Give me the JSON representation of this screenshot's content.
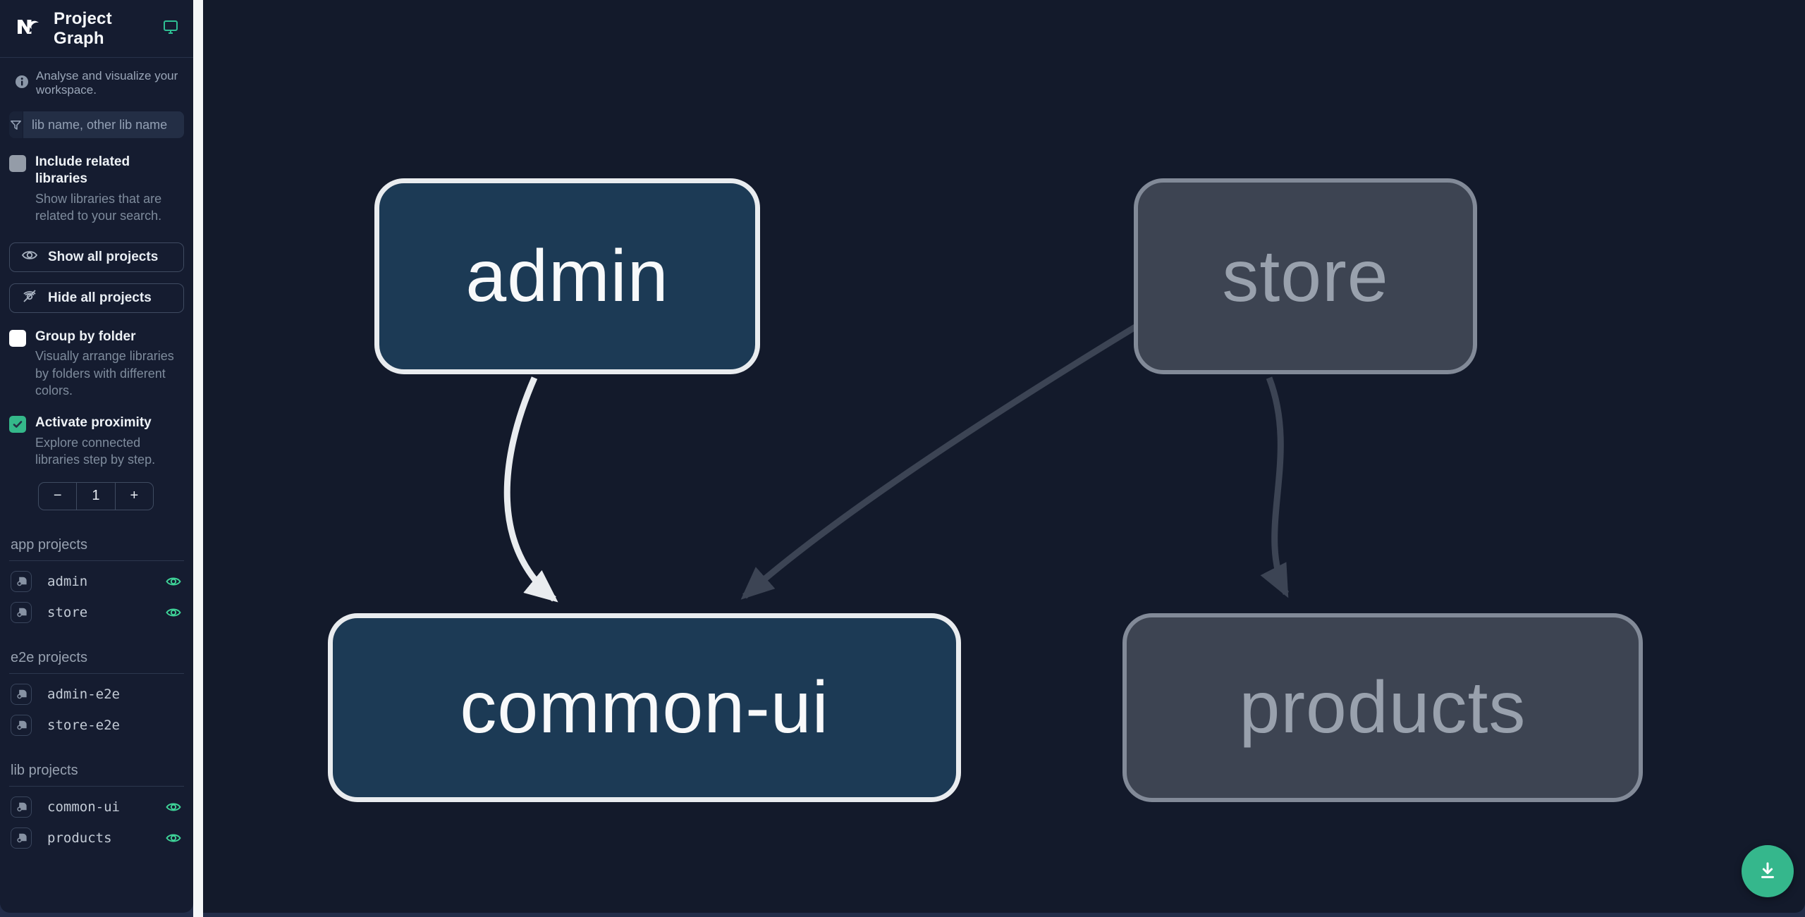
{
  "header": {
    "title": "Project Graph"
  },
  "info": {
    "text": "Analyse and visualize your workspace."
  },
  "search": {
    "placeholder": "lib name, other lib name",
    "value": ""
  },
  "controls": {
    "include_related": {
      "label": "Include related libraries",
      "description": "Show libraries that are related to your search.",
      "checked": false
    },
    "show_all_label": "Show all projects",
    "hide_all_label": "Hide all projects",
    "group_by_folder": {
      "label": "Group by folder",
      "description": "Visually arrange libraries by folders with different colors.",
      "checked": false
    },
    "activate_proximity": {
      "label": "Activate proximity",
      "description": "Explore connected libraries step by step.",
      "checked": true
    },
    "proximity": {
      "minus": "−",
      "value": "1",
      "plus": "+"
    }
  },
  "sections": [
    {
      "title": "app projects",
      "items": [
        {
          "name": "admin",
          "visible": true
        },
        {
          "name": "store",
          "visible": true
        }
      ]
    },
    {
      "title": "e2e projects",
      "items": [
        {
          "name": "admin-e2e",
          "visible": false
        },
        {
          "name": "store-e2e",
          "visible": false
        }
      ]
    },
    {
      "title": "lib projects",
      "items": [
        {
          "name": "common-ui",
          "visible": true
        },
        {
          "name": "products",
          "visible": true
        }
      ]
    }
  ],
  "graph": {
    "nodes": [
      {
        "id": "admin",
        "label": "admin",
        "state": "focused"
      },
      {
        "id": "store",
        "label": "store",
        "state": "dimmed"
      },
      {
        "id": "common-ui",
        "label": "common-ui",
        "state": "focused"
      },
      {
        "id": "products",
        "label": "products",
        "state": "dimmed"
      }
    ],
    "edges": [
      {
        "source": "admin",
        "target": "common-ui",
        "style": "light"
      },
      {
        "source": "store",
        "target": "common-ui",
        "style": "dark"
      },
      {
        "source": "store",
        "target": "products",
        "style": "dark"
      }
    ]
  },
  "colors": {
    "accent_teal": "#34b88a",
    "eye_green": "#3fd599",
    "node_focused_fill": "#1c3a55",
    "node_focused_border": "#e9ecef",
    "node_dimmed_fill": "#3d4452",
    "node_dimmed_border": "#828a98",
    "edge_light": "#e9ecef",
    "edge_dark": "#3c4454",
    "sidebar_bg": "#151c30",
    "canvas_bg": "#131a2b",
    "divider": "#f4f6f8",
    "fab": "#35b78c"
  }
}
